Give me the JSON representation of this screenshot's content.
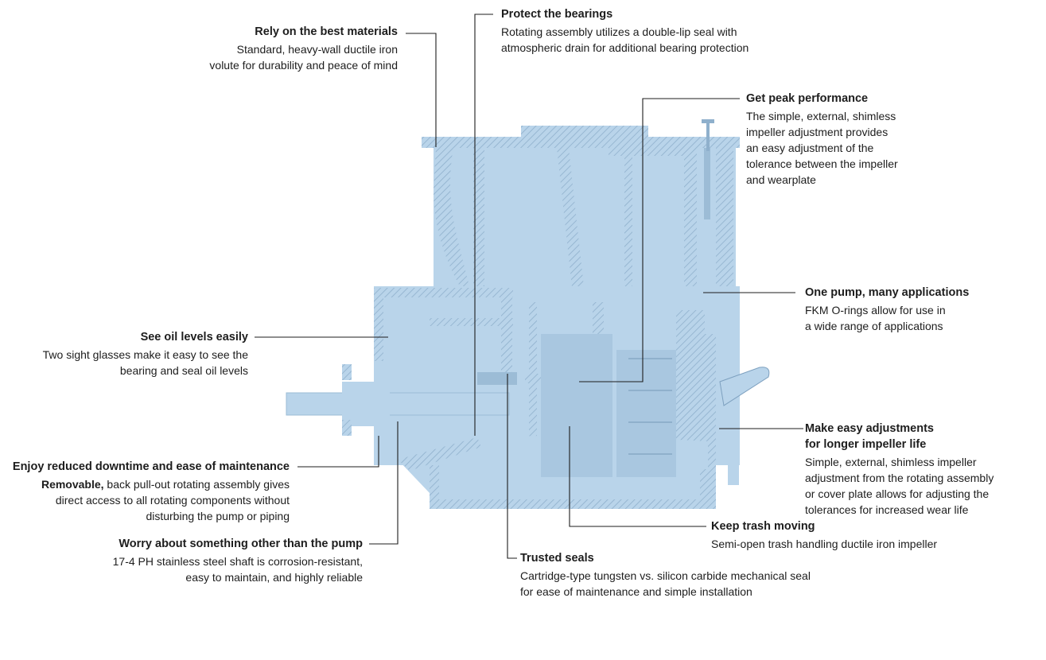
{
  "annotations": {
    "materials": {
      "title": "Rely on the best materials",
      "desc": "Standard, heavy-wall ductile iron\nvolute for durability and peace of mind"
    },
    "bearings": {
      "title": "Protect the bearings",
      "desc": "Rotating assembly utilizes a double-lip seal with\natmospheric drain for additional bearing protection"
    },
    "performance": {
      "title": "Get peak performance",
      "desc": "The simple, external, shimless\nimpeller adjustment provides\nan easy adjustment of the\ntolerance between the impeller\nand wearplate"
    },
    "applications": {
      "title": "One pump, many applications",
      "desc": "FKM O-rings allow for use in\na wide range of applications"
    },
    "oil": {
      "title": "See oil levels easily",
      "desc": "Two sight glasses make it easy to see the\nbearing and seal oil levels"
    },
    "adjustments": {
      "title": " Make easy adjustments\nfor longer impeller life",
      "desc": "Simple, external, shimless impeller\nadjustment from the rotating assembly\nor cover plate allows for adjusting the\ntolerances for increased wear life"
    },
    "downtime": {
      "title": "Enjoy reduced downtime and ease of maintenance",
      "desc_bold": "Removable,",
      "desc": " back pull-out rotating assembly gives\ndirect access to all rotating components without\ndisturbing the pump or piping"
    },
    "trash": {
      "title": "Keep trash moving",
      "desc": "Semi-open trash handling ductile iron impeller"
    },
    "worry": {
      "title": "Worry about something other than the pump",
      "desc": "17-4 PH stainless steel shaft  is corrosion-resistant,\neasy to maintain, and highly reliable"
    },
    "seals": {
      "title": "Trusted seals",
      "desc": "Cartridge-type tungsten vs. silicon carbide mechanical seal\nfor ease of maintenance and simple installation"
    }
  },
  "colors": {
    "body": "#b9d4ea",
    "hatch": "#8fb0cc",
    "edge": "#7da0bf",
    "line": "#1d1d1d"
  }
}
